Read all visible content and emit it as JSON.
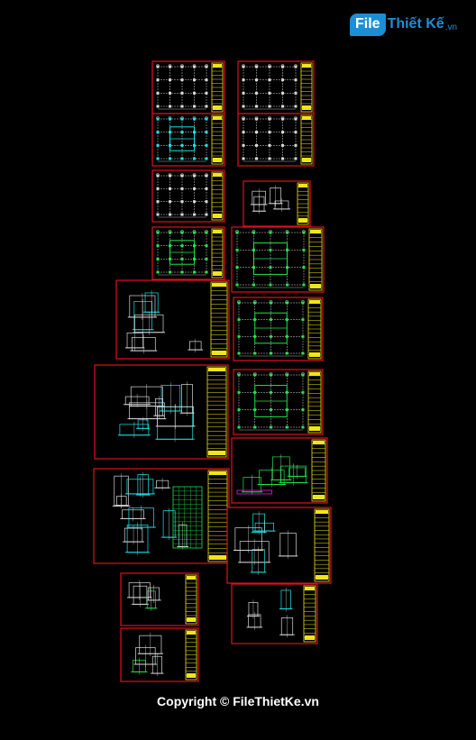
{
  "logo": {
    "part1": "File",
    "part2": "Thiết Kế",
    "part3": ".vn"
  },
  "footer": {
    "copyright": "Copyright © FileThietKe.vn"
  },
  "colors": {
    "background": "#000000",
    "sheet_border": "#e0101e",
    "title_block": "#f2e41a",
    "linework": "#d8d8d8",
    "accent_cyan": "#19e6e6",
    "accent_green": "#1ee64a",
    "accent_magenta": "#e61ee6",
    "logo_blue": "#1b8fd6"
  },
  "drawing_sheets": [
    {
      "name": "sheet-foundation-plan-1",
      "kind": "plan",
      "accent": "none"
    },
    {
      "name": "sheet-foundation-plan-2",
      "kind": "plan",
      "accent": "none"
    },
    {
      "name": "sheet-pile-layout",
      "kind": "plan",
      "accent": "cyan"
    },
    {
      "name": "sheet-beam-plan",
      "kind": "plan",
      "accent": "none"
    },
    {
      "name": "sheet-floor-framing",
      "kind": "plan",
      "accent": "none"
    },
    {
      "name": "sheet-stair-detail",
      "kind": "detail",
      "accent": "green"
    },
    {
      "name": "sheet-floor-plan-green",
      "kind": "plan",
      "accent": "green"
    },
    {
      "name": "sheet-slab-plan",
      "kind": "plan",
      "accent": "green"
    },
    {
      "name": "sheet-column-details-1",
      "kind": "detail",
      "accent": "cyan"
    },
    {
      "name": "sheet-slab-reinforcement-1",
      "kind": "plan",
      "accent": "green"
    },
    {
      "name": "sheet-column-details-2",
      "kind": "detail",
      "accent": "cyan"
    },
    {
      "name": "sheet-slab-reinforcement-2",
      "kind": "plan",
      "accent": "green"
    },
    {
      "name": "sheet-beam-sections-1",
      "kind": "detail",
      "accent": "cyan"
    },
    {
      "name": "sheet-schedule-details",
      "kind": "detail",
      "accent": "green"
    },
    {
      "name": "sheet-beam-sections-2",
      "kind": "detail",
      "accent": "cyan"
    },
    {
      "name": "sheet-tank-details-1",
      "kind": "detail",
      "accent": "green"
    },
    {
      "name": "sheet-footing-details",
      "kind": "detail",
      "accent": "cyan"
    },
    {
      "name": "sheet-tank-details-2",
      "kind": "detail",
      "accent": "green"
    },
    {
      "name": "sheet-schedule-tables",
      "kind": "detail",
      "accent": "green"
    }
  ]
}
